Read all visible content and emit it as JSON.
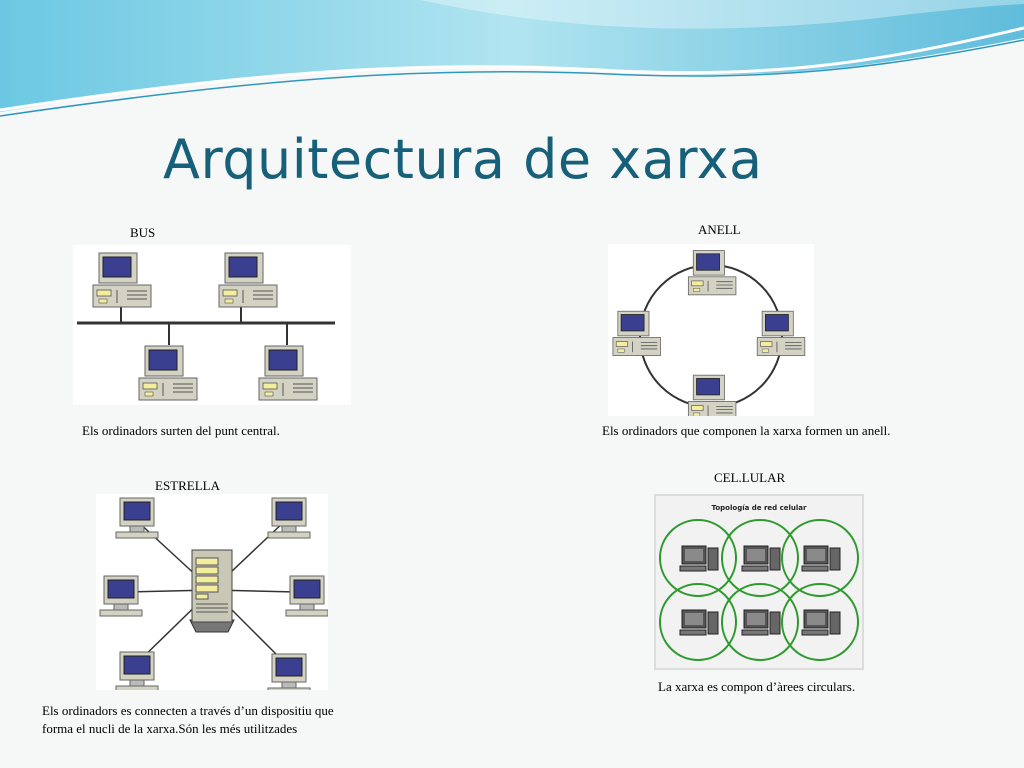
{
  "slide": {
    "title": "Arquitectura de xarxa"
  },
  "diagrams": {
    "bus": {
      "label": "BUS",
      "caption": "Els ordinadors surten del punt central."
    },
    "ring": {
      "label": "ANELL",
      "caption": "Els ordinadors que componen la xarxa formen un anell."
    },
    "star": {
      "label": "ESTRELLA",
      "caption_line1": "Els ordinadors es connecten a través d’un dispositiu que",
      "caption_line2": "forma el nucli de la xarxa.Són les més utilitzades"
    },
    "cellular": {
      "label": "CEL.LULAR",
      "image_title": "Topología de red celular",
      "caption": "La xarxa es compon d’àrees circulars."
    }
  },
  "colors": {
    "title": "#17607a",
    "wave_light": "#9fdcec",
    "wave_dark": "#3aa6c9",
    "cell_circle": "#2e9a2e"
  }
}
